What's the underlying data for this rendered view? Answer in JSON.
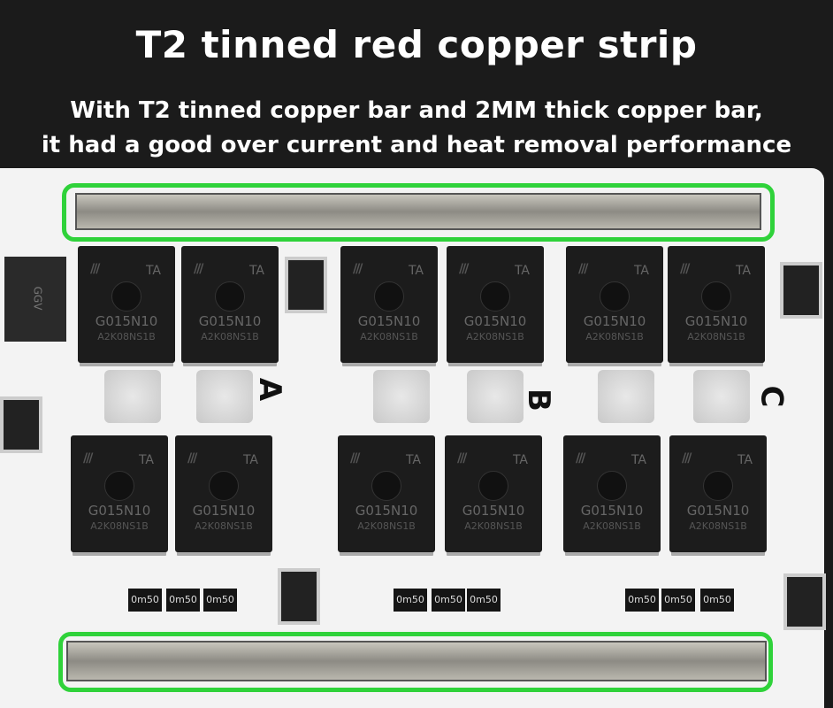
{
  "header": {
    "title": "T2 tinned red copper strip",
    "subtitle_line1": "With T2 tinned copper bar and 2MM thick copper bar,",
    "subtitle_line2": "it had a good over current and heat removal performance"
  },
  "board": {
    "phase_labels": [
      "A",
      "B",
      "C"
    ],
    "mosfet_part": "G015N10",
    "mosfet_lot": "A2K08NS1B",
    "mosfet_mark": "TA",
    "smd_label": "GGV",
    "resistor_label": "0m50",
    "highlight_color": "#2fd23a"
  }
}
